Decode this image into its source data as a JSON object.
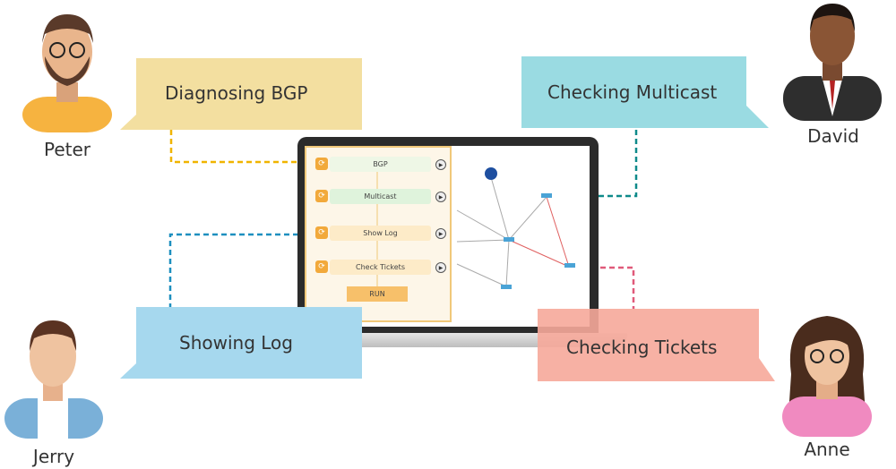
{
  "bubbles": {
    "peter": "Diagnosing BGP",
    "david": "Checking Multicast",
    "jerry": "Showing Log",
    "anne": "Checking Tickets"
  },
  "people": {
    "peter": "Peter",
    "david": "David",
    "jerry": "Jerry",
    "anne": "Anne"
  },
  "workflow": {
    "steps": [
      "BGP",
      "Multicast",
      "Show Log",
      "Check Tickets"
    ],
    "run_label": "RUN"
  },
  "colors": {
    "peter": "#f3dfa0",
    "david": "#9adbe2",
    "jerry": "#a6d8ee",
    "anne": "#f6a89a",
    "yellow_line": "#f0b400",
    "teal_line": "#0e8a8a",
    "blue_line": "#1d8fbf",
    "pink_line": "#e05a7a"
  }
}
